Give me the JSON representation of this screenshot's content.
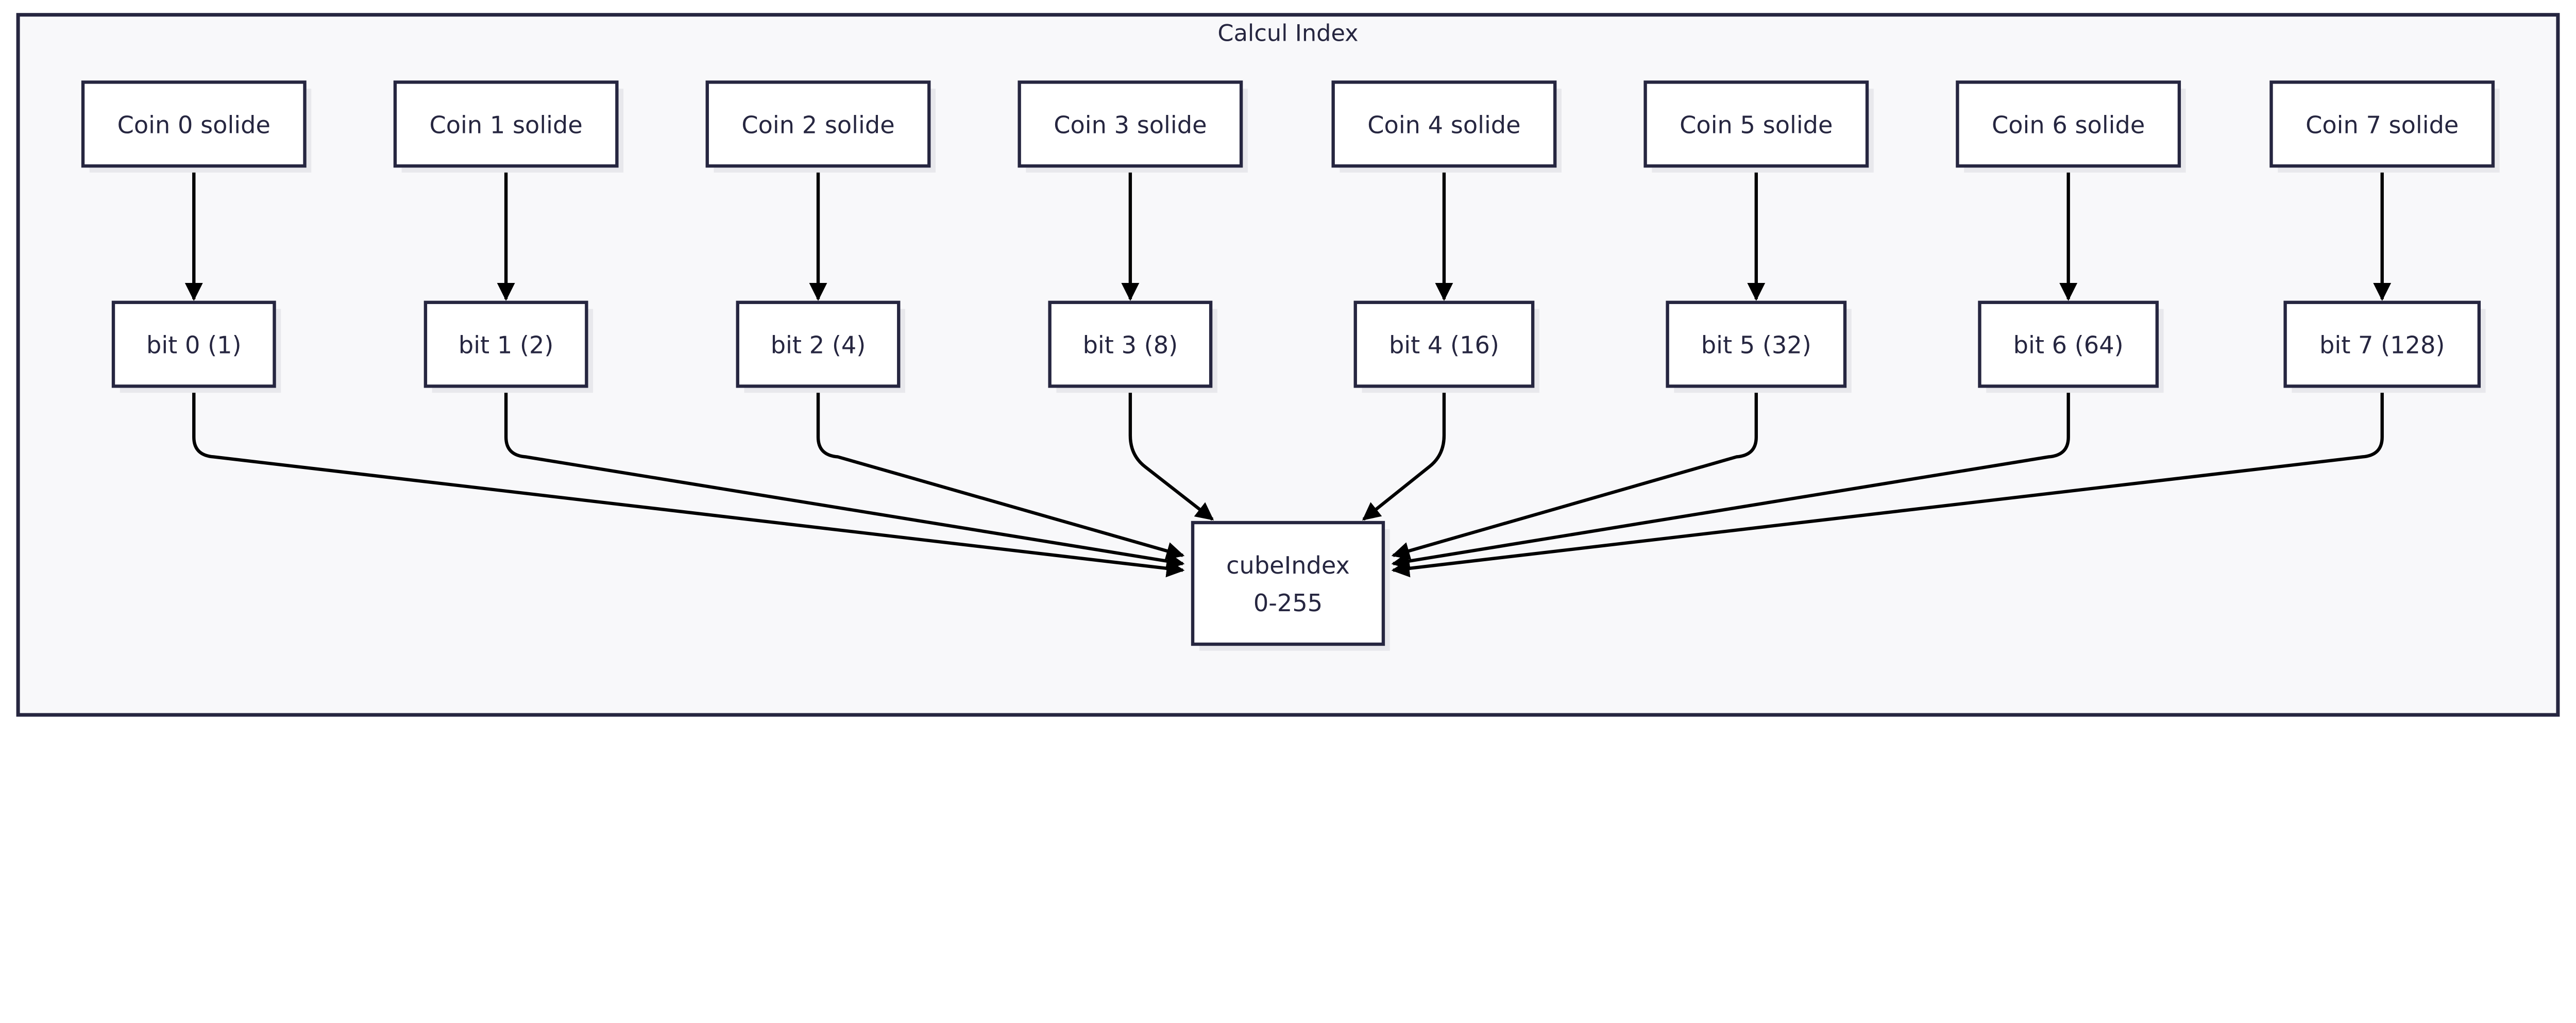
{
  "cluster": {
    "title": "Calcul Index"
  },
  "corner_nodes": [
    "Coin 0 solide",
    "Coin 1 solide",
    "Coin 2 solide",
    "Coin 3 solide",
    "Coin 4 solide",
    "Coin 5 solide",
    "Coin 6 solide",
    "Coin 7 solide"
  ],
  "bit_nodes": [
    "bit 0 (1)",
    "bit 1 (2)",
    "bit 2 (4)",
    "bit 3 (8)",
    "bit 4 (16)",
    "bit 5 (32)",
    "bit 6 (64)",
    "bit 7 (128)"
  ],
  "result_node": {
    "line1": "cubeIndex",
    "line2": "0-255"
  },
  "colors": {
    "border": "#262640",
    "cluster_fill": "#f8f8fa",
    "node_fill": "#ffffff",
    "shadow": "#e8e8ec",
    "edge": "#000000"
  }
}
